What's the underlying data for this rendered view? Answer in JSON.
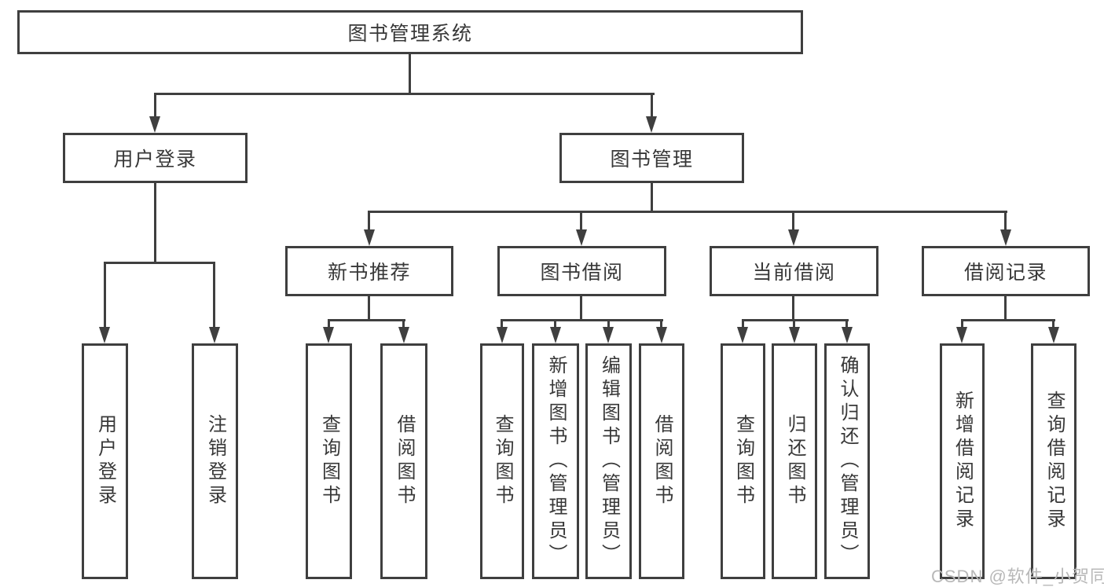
{
  "tree": {
    "label": "图书管理系统",
    "children": [
      {
        "label": "用户登录",
        "children": [
          {
            "label": "用户登录"
          },
          {
            "label": "注销登录"
          }
        ]
      },
      {
        "label": "图书管理",
        "children": [
          {
            "label": "新书推荐",
            "children": [
              {
                "label": "查询图书"
              },
              {
                "label": "借阅图书"
              }
            ]
          },
          {
            "label": "图书借阅",
            "children": [
              {
                "label": "查询图书"
              },
              {
                "label": "新增图书（管理员）"
              },
              {
                "label": "编辑图书（管理员）"
              },
              {
                "label": "借阅图书"
              }
            ]
          },
          {
            "label": "当前借阅",
            "children": [
              {
                "label": "查询图书"
              },
              {
                "label": "归还图书"
              },
              {
                "label": "确认归还（管理员）"
              }
            ]
          },
          {
            "label": "借阅记录",
            "children": [
              {
                "label": "新增借阅记录"
              },
              {
                "label": "查询借阅记录"
              }
            ]
          }
        ]
      }
    ]
  },
  "watermark": {
    "text": "CSDN @软件_小贺同学"
  },
  "colors": {
    "line": "#3f3f3f",
    "text": "#383838",
    "background": "#ffffff",
    "watermark": "#b8b8b8"
  }
}
